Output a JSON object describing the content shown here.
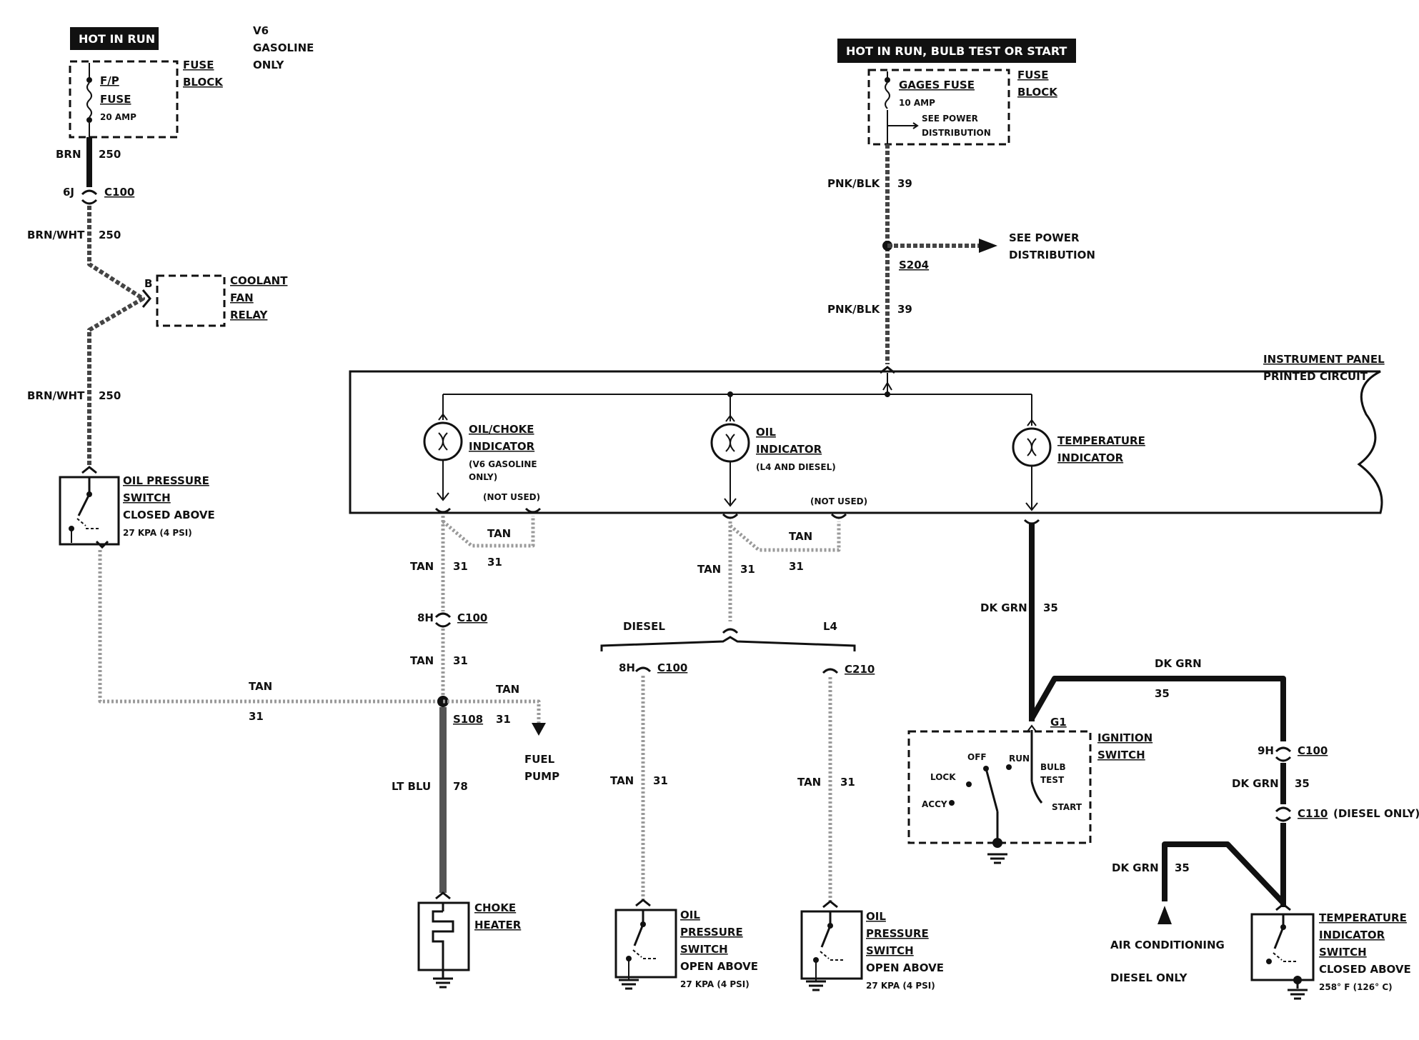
{
  "headers": {
    "hot_in_run": "HOT IN RUN",
    "hot_in_run_bulb": "HOT IN RUN,  BULB TEST OR START"
  },
  "notes": {
    "v6_line1": "V6",
    "v6_line2": "GASOLINE",
    "v6_line3": "ONLY"
  },
  "fuse_block_left": {
    "label1": "FUSE",
    "label2": "BLOCK",
    "fuse_name1": "F/P",
    "fuse_name2": "FUSE",
    "rating": "20 AMP"
  },
  "fuse_block_right": {
    "label1": "FUSE",
    "label2": "BLOCK",
    "fuse_name": "GAGES FUSE",
    "rating": "10 AMP",
    "see1": "SEE POWER",
    "see2": "DISTRIBUTION"
  },
  "wires": {
    "brn": "BRN",
    "n250": "250",
    "brn_wht": "BRN/WHT",
    "pnk_blk": "PNK/BLK",
    "n39": "39",
    "tan": "TAN",
    "n31": "31",
    "lt_blu": "LT BLU",
    "n78": "78",
    "dk_grn": "DK GRN",
    "n35": "35"
  },
  "connectors": {
    "c6j": "6J",
    "c100": "C100",
    "c8h": "8H",
    "c210": "C210",
    "c9h": "9H",
    "c110": "C110",
    "c110_note": "(DIESEL ONLY)",
    "s204": "S204",
    "s108": "S108",
    "g1": "G1",
    "pin_b": "B"
  },
  "see_power": {
    "line1": "SEE POWER",
    "line2": "DISTRIBUTION"
  },
  "coolant_relay": {
    "line1": "COOLANT",
    "line2": "FAN",
    "line3": "RELAY"
  },
  "ip": {
    "line1": "INSTRUMENT PANEL",
    "line2": "PRINTED CIRCUIT"
  },
  "indicators": {
    "oil_choke1": "OIL/CHOKE",
    "oil_choke2": "INDICATOR",
    "oil_choke_note1": "(V6 GASOLINE",
    "oil_choke_note2": "ONLY)",
    "oil1": "OIL",
    "oil2": "INDICATOR",
    "oil_note": "(L4 AND DIESEL)",
    "temp1": "TEMPERATURE",
    "temp2": "INDICATOR",
    "not_used": "(NOT USED)"
  },
  "branch": {
    "diesel": "DIESEL",
    "l4": "L4"
  },
  "components": {
    "oil_sw_left1": "OIL PRESSURE",
    "oil_sw_left2": "SWITCH",
    "oil_sw_left3": "CLOSED ABOVE",
    "oil_sw_left4": "27 KPA (4 PSI)",
    "fuel1": "FUEL",
    "fuel2": "PUMP",
    "choke1": "CHOKE",
    "choke2": "HEATER",
    "oil_sw1": "OIL",
    "oil_sw2": "PRESSURE",
    "oil_sw3": "SWITCH",
    "oil_sw4": "OPEN ABOVE",
    "oil_sw5": "27 KPA (4 PSI)",
    "ign1": "IGNITION",
    "ign2": "SWITCH",
    "ign_off": "OFF",
    "ign_run": "RUN",
    "ign_lock": "LOCK",
    "ign_bulb1": "BULB",
    "ign_bulb2": "TEST",
    "ign_accy": "ACCY",
    "ign_start": "START",
    "ac1": "AIR CONDITIONING",
    "ac2": "DIESEL ONLY",
    "temp_sw1": "TEMPERATURE",
    "temp_sw2": "INDICATOR",
    "temp_sw3": "SWITCH",
    "temp_sw4": "CLOSED ABOVE",
    "temp_sw5": "258° F (126° C)"
  }
}
